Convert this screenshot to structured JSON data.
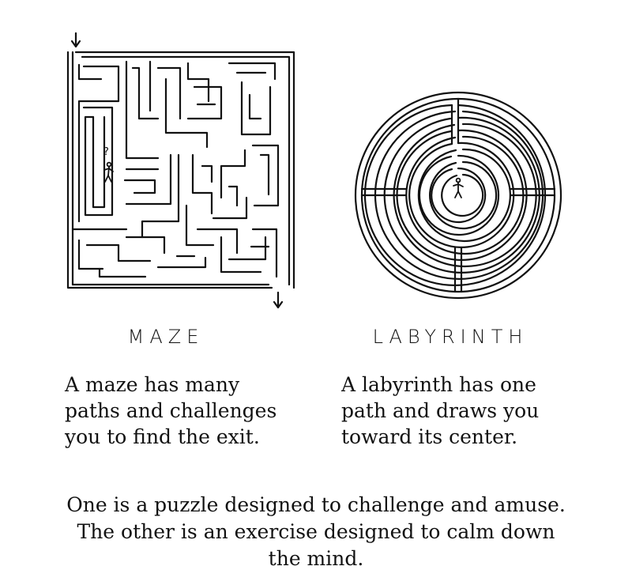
{
  "maze": {
    "label": "MAZE",
    "caption_lines": [
      "A maze has many",
      "paths and challenges",
      "you to find the exit."
    ],
    "figure_mark": "?"
  },
  "labyrinth": {
    "label": "LABYRINTH",
    "caption_lines": [
      "A labyrinth has one",
      "path and draws you",
      "toward its center."
    ]
  },
  "conclusion_lines": [
    "One is a puzzle designed to challenge and amuse.",
    "The other is an exercise designed to calm down",
    "the mind."
  ],
  "colors": {
    "ink": "#111111",
    "background": "#ffffff"
  },
  "icons": [
    "entrance-arrow-icon",
    "exit-arrow-icon",
    "person-icon"
  ]
}
